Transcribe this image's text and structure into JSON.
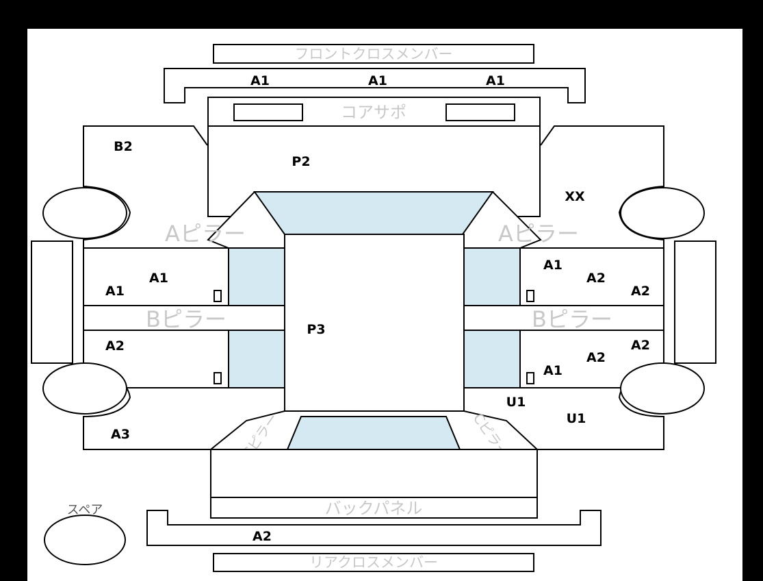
{
  "part_labels": {
    "front_cross_member": "フロントクロスメンバー",
    "core_support": "コアサポ",
    "a_pillar_left": "Aピラー",
    "a_pillar_right": "Aピラー",
    "b_pillar_left": "Bピラー",
    "b_pillar_right": "Bピラー",
    "c_pillar_left": "Cピラー",
    "c_pillar_right": "Cピラー",
    "back_panel": "バックパネル",
    "rear_cross_member": "リアクロスメンバー",
    "spare": "スペア"
  },
  "damage_codes": {
    "front_bumper_left": "A1",
    "front_bumper_center": "A1",
    "front_bumper_right": "A1",
    "front_left_fender": "B2",
    "hood": "P2",
    "front_right_fender": "XX",
    "left_front_door_a": "A1",
    "left_front_door_b": "A1",
    "left_rear_door": "A2",
    "left_quarter": "A3",
    "roof": "P3",
    "right_front_door_a": "A1",
    "right_front_door_b": "A2",
    "right_step_front": "A2",
    "right_rear_door_a": "A1",
    "right_rear_door_b": "A2",
    "right_step_rear": "A2",
    "right_quarter_a": "U1",
    "right_quarter_b": "U1",
    "rear_bumper": "A2"
  }
}
